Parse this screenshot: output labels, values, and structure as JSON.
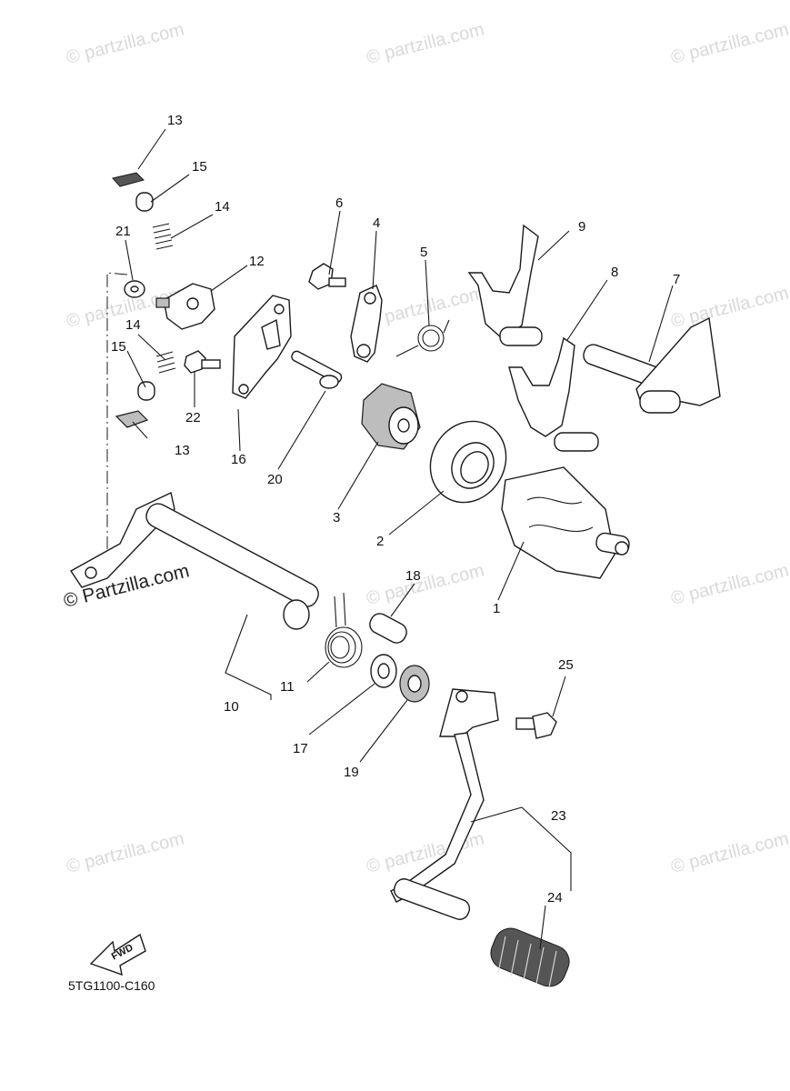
{
  "diagram": {
    "code": "5TG1100-C160",
    "fwd_label": "FWD",
    "watermark": "© Partzilla.com",
    "watermark_light": "© partzilla.com",
    "callouts": {
      "p1": "1",
      "p2": "2",
      "p3": "3",
      "p4": "4",
      "p5": "5",
      "p6": "6",
      "p7": "7",
      "p8": "8",
      "p9": "9",
      "p10": "10",
      "p11": "11",
      "p12": "12",
      "p13a": "13",
      "p13b": "13",
      "p14a": "14",
      "p14b": "14",
      "p15a": "15",
      "p15b": "15",
      "p16": "16",
      "p17": "17",
      "p18": "18",
      "p19": "19",
      "p20": "20",
      "p21": "21",
      "p22": "22",
      "p23": "23",
      "p24": "24",
      "p25": "25"
    }
  }
}
